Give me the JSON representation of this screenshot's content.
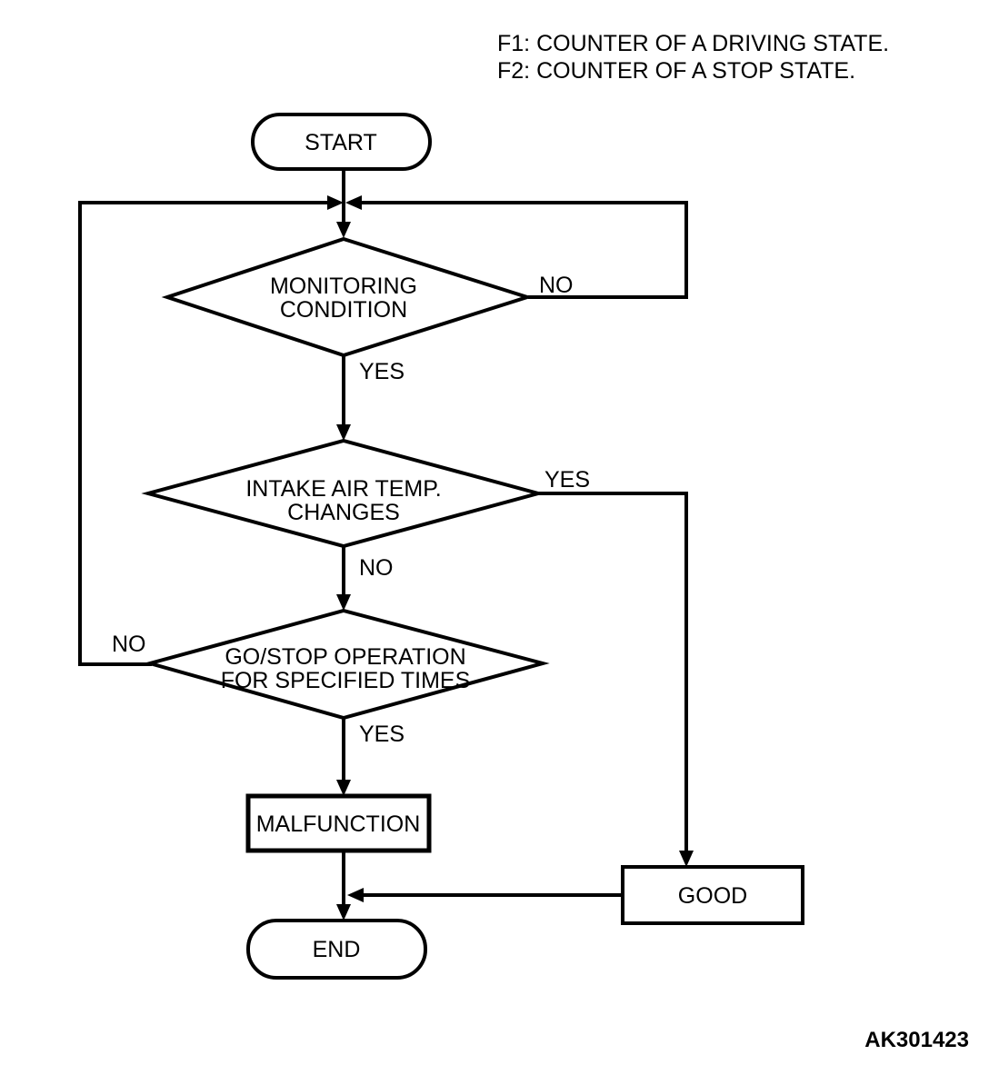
{
  "legend": {
    "line1": "F1: COUNTER OF A DRIVING STATE.",
    "line2": "F2: COUNTER OF A STOP STATE."
  },
  "nodes": {
    "start": "START",
    "decision1": {
      "line1": "MONITORING",
      "line2": "CONDITION"
    },
    "decision2": {
      "line1": "INTAKE AIR TEMP.",
      "line2": "CHANGES"
    },
    "decision3": {
      "line1": "GO/STOP OPERATION",
      "line2": "FOR SPECIFIED TIMES"
    },
    "malfunction": "MALFUNCTION",
    "good": "GOOD",
    "end": "END"
  },
  "edge_labels": {
    "decision1_no": "NO",
    "decision1_yes": "YES",
    "decision2_yes": "YES",
    "decision2_no": "NO",
    "decision3_no": "NO",
    "decision3_yes": "YES"
  },
  "figure_id": "AK301423",
  "colors": {
    "line": "#000000",
    "background": "#ffffff"
  }
}
